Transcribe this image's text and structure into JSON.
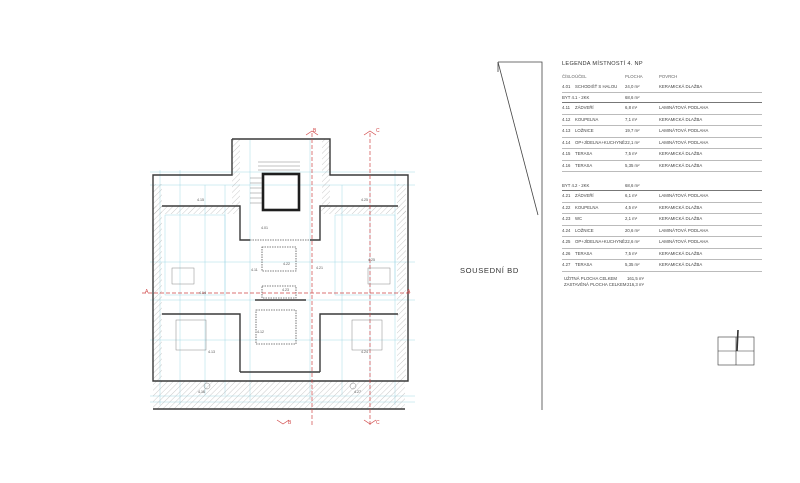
{
  "legend": {
    "title": "LEGENDA MÍSTNOSTÍ 4. NP",
    "headers": {
      "number": "ČÍSLO",
      "purpose": "ÚČEL",
      "area": "PLOCHA",
      "surface": "POVRCH"
    },
    "common_row": {
      "number": "4.01",
      "purpose": "SCHODIŠŤ S HALOU",
      "area": "24,0 m²",
      "surface": "KERAMICKÁ DLAŽBA"
    },
    "flat1": {
      "label": "BYT 4.1 - 2KK",
      "area": "68,6 m²",
      "rows": [
        {
          "number": "4.11",
          "purpose": "ZÁDVEŘÍ",
          "area": "6,8 m²",
          "surface": "LAMINÁTOVÁ PODLAHA"
        },
        {
          "number": "4.12",
          "purpose": "KOUPELNA",
          "area": "7,1 m²",
          "surface": "KERAMICKÁ DLAŽBA"
        },
        {
          "number": "4.13",
          "purpose": "LOŽNICE",
          "area": "19,7 m²",
          "surface": "LAMINÁTOVÁ PODLAHA"
        },
        {
          "number": "4.14",
          "purpose": "OP+JÍDELNA+KUCHYNĚ",
          "area": "22,1 m²",
          "surface": "LAMINÁTOVÁ PODLAHA"
        },
        {
          "number": "4.15",
          "purpose": "TERASA",
          "area": "7,5 m²",
          "surface": "KERAMICKÁ DLAŽBA"
        },
        {
          "number": "4.16",
          "purpose": "TERASA",
          "area": "5,35 m²",
          "surface": "KERAMICKÁ DLAŽBA"
        }
      ]
    },
    "flat2": {
      "label": "BYT 4.2 - 2KK",
      "area": "68,6 m²",
      "rows": [
        {
          "number": "4.21",
          "purpose": "ZÁDVEŘÍ",
          "area": "6,1 m²",
          "surface": "LAMINÁTOVÁ PODLAHA"
        },
        {
          "number": "4.22",
          "purpose": "KOUPELNA",
          "area": "4,5 m²",
          "surface": "KERAMICKÁ DLAŽBA"
        },
        {
          "number": "4.23",
          "purpose": "WC",
          "area": "2,1 m²",
          "surface": "KERAMICKÁ DLAŽBA"
        },
        {
          "number": "4.24",
          "purpose": "LOŽNICE",
          "area": "20,6 m²",
          "surface": "LAMINÁTOVÁ PODLAHA"
        },
        {
          "number": "4.25",
          "purpose": "OP+JÍDELNA+KUCHYNĚ",
          "area": "22,6 m²",
          "surface": "LAMINÁTOVÁ PODLAHA"
        },
        {
          "number": "4.26",
          "purpose": "TERASA",
          "area": "7,5 m²",
          "surface": "KERAMICKÁ DLAŽBA"
        },
        {
          "number": "4.27",
          "purpose": "TERASA",
          "area": "5,35 m²",
          "surface": "KERAMICKÁ DLAŽBA"
        }
      ]
    },
    "totals": [
      {
        "label": "UŽITNÁ PLOCHA CELKEM",
        "value": "161,5 m²"
      },
      {
        "label": "ZASTAVĚNÁ PLOCHA CELKEM",
        "value": "216,3 m²"
      }
    ]
  },
  "neighbour_label": "SOUSEDNÍ BD",
  "room_labels": {
    "r415": "4.15",
    "r425": "4.25",
    "r414": "4.14",
    "r424": "4.24",
    "r413": "4.13",
    "r416": "4.16",
    "r427": "4.27",
    "r411": "4.11",
    "r421": "4.21",
    "r422": "4.22",
    "r423": "4.23",
    "r412": "4.12",
    "r401": "4.01"
  },
  "section_marks": {
    "a": "A",
    "b": "B",
    "c": "C"
  },
  "colors": {
    "wall": "#3a3a3a",
    "hatch": "#a8a8a8",
    "dimension": "#8fcfe0",
    "cut_line": "#d04545"
  }
}
